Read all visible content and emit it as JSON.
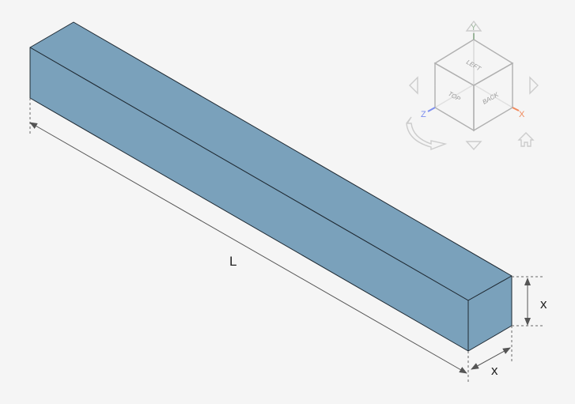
{
  "model": {
    "face_color": "#7aa1bb",
    "edge_color": "#1f2a33"
  },
  "dimensions": {
    "length_label": "L",
    "height_label": "x",
    "width_label": "x"
  },
  "view_cube": {
    "faces": {
      "top_face": "LEFT",
      "left_face": "TOP",
      "right_face": "BACK"
    },
    "axes": {
      "x": "X",
      "y": "Y",
      "z": "Z"
    },
    "colors": {
      "x": "#f08a5d",
      "y": "#9bb59b",
      "z": "#7d8ff0"
    }
  }
}
